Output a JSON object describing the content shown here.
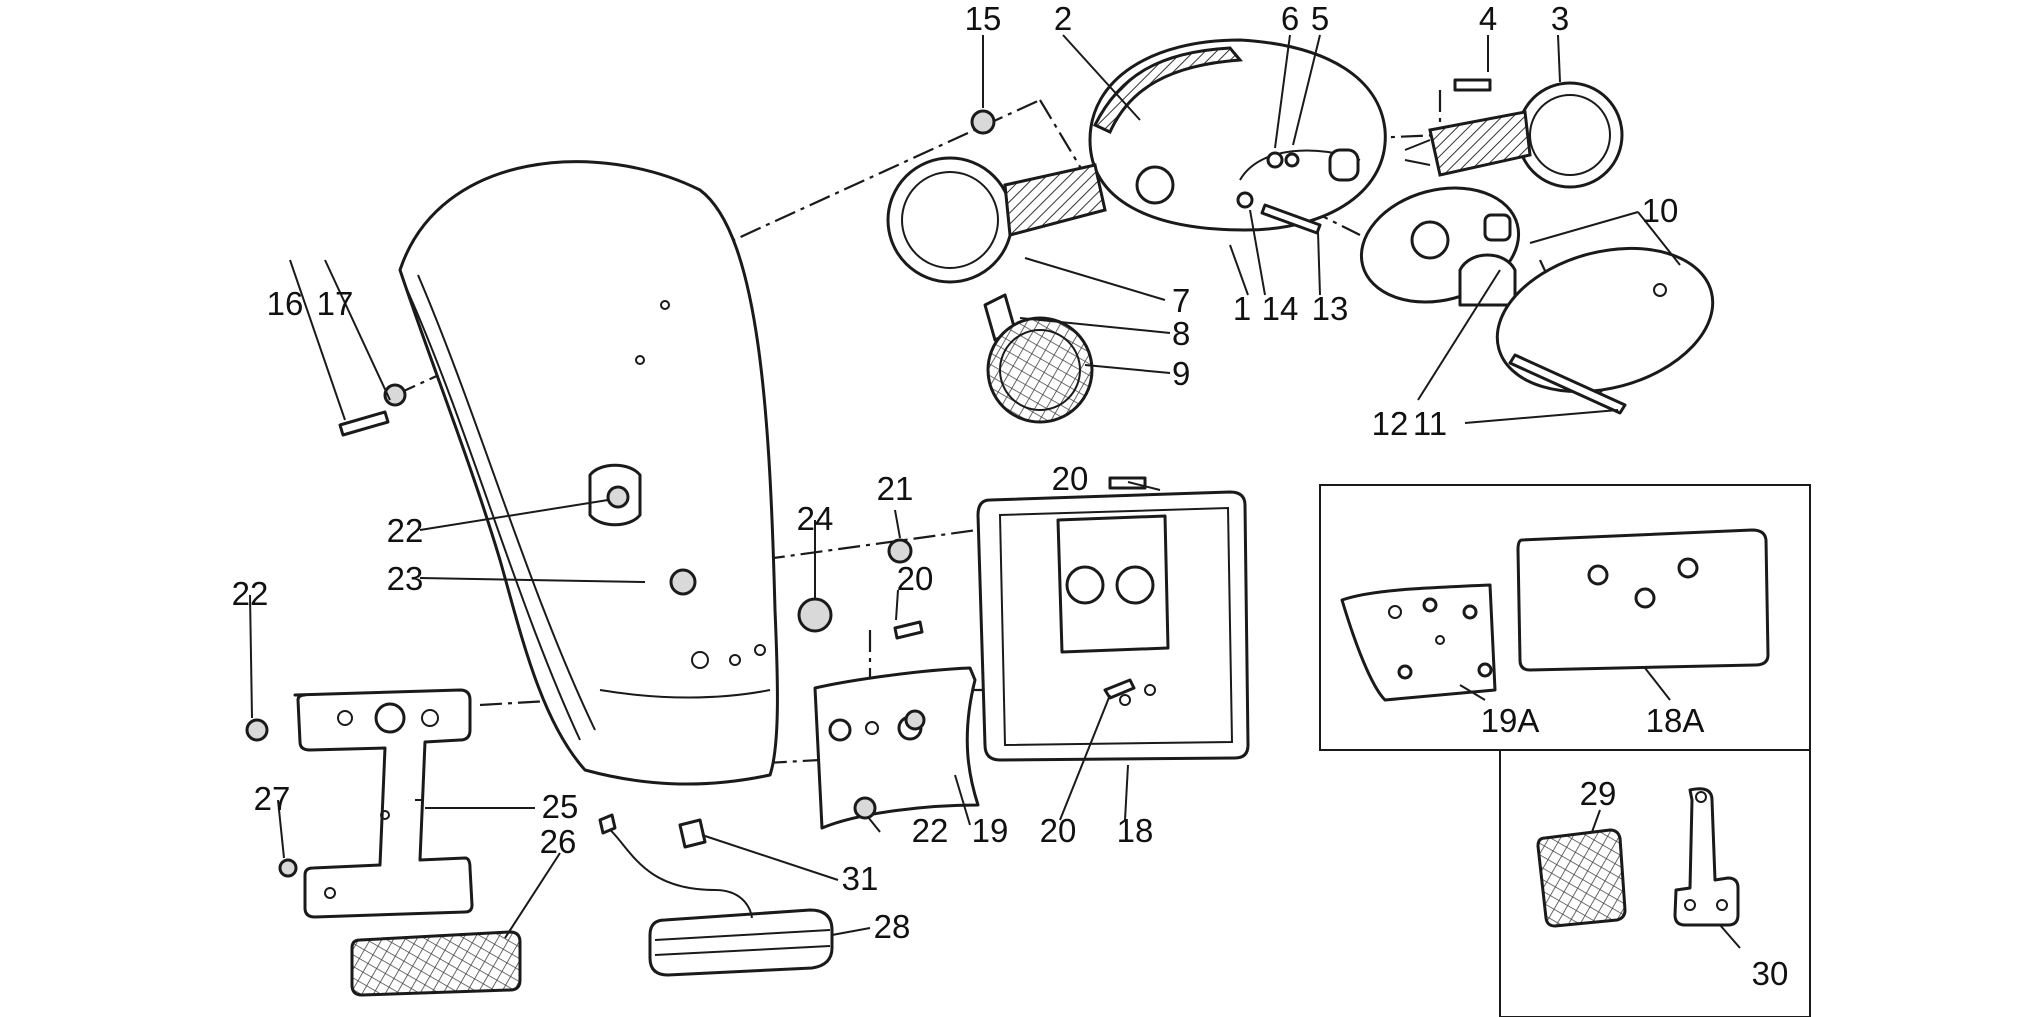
{
  "callouts": {
    "c1": "1",
    "c2": "2",
    "c3": "3",
    "c4": "4",
    "c5": "5",
    "c6": "6",
    "c7": "7",
    "c8": "8",
    "c9": "9",
    "c10": "10",
    "c11": "11",
    "c12": "12",
    "c13": "13",
    "c14": "14",
    "c15": "15",
    "c16": "16",
    "c17": "17",
    "c18": "18",
    "c18A": "18A",
    "c19": "19",
    "c19A": "19A",
    "c20a": "20",
    "c20b": "20",
    "c20c": "20",
    "c21": "21",
    "c22a": "22",
    "c22b": "22",
    "c22c": "22",
    "c23": "23",
    "c24": "24",
    "c25": "25",
    "c26": "26",
    "c27": "27",
    "c28": "28",
    "c29": "29",
    "c30": "30",
    "c31": "31"
  },
  "colors": {
    "line": "#1a1a1a",
    "background": "#ffffff"
  }
}
